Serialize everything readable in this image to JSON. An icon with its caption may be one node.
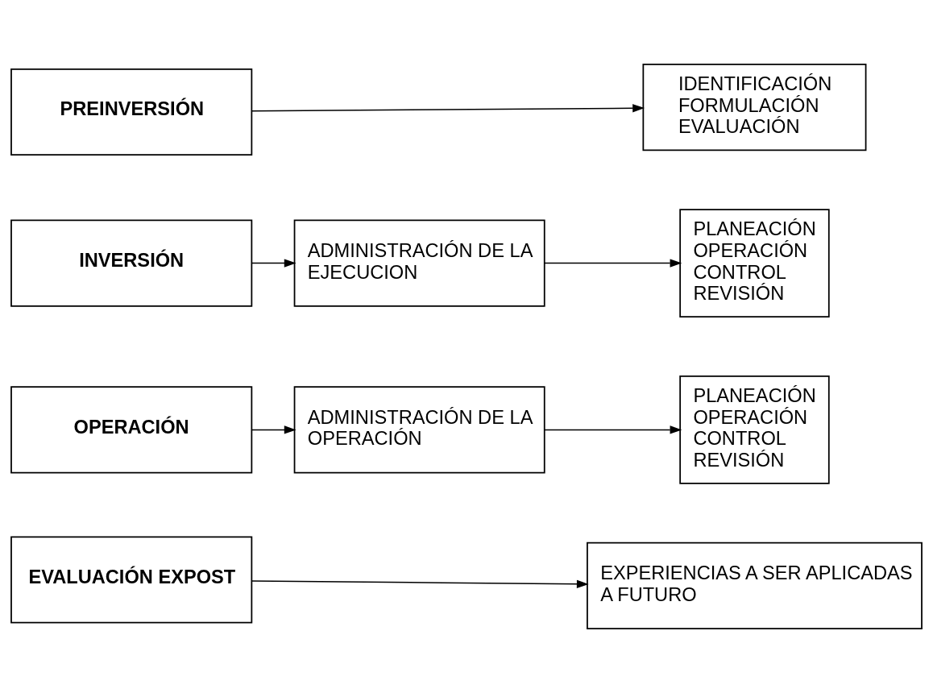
{
  "diagram": {
    "nodes": [
      {
        "text": [
          "PREINVERSIÓN"
        ]
      },
      {
        "text": [
          "IDENTIFICACIÓN",
          "FORMULACIÓN",
          "EVALUACIÓN"
        ]
      },
      {
        "text": [
          "INVERSIÓN"
        ]
      },
      {
        "text": [
          "ADMINISTRACIÓN DE LA EJECUCION"
        ]
      },
      {
        "text": [
          "PLANEACIÓN",
          "OPERACIÓN",
          "CONTROL",
          "REVISIÓN"
        ]
      },
      {
        "text": [
          "OPERACIÓN"
        ]
      },
      {
        "text": [
          "ADMINISTRACIÓN DE LA OPERACIÓN"
        ]
      },
      {
        "text": [
          "PLANEACIÓN",
          "OPERACIÓN",
          "CONTROL",
          "REVISIÓN"
        ]
      },
      {
        "text": [
          "EVALUACIÓN EXPOST"
        ]
      },
      {
        "text": [
          "EXPERIENCIAS A SER APLICADAS A FUTURO"
        ]
      }
    ],
    "edges": [
      {
        "from": 0,
        "to": 1,
        "arrow": "to"
      },
      {
        "from": 2,
        "to": 3,
        "arrow": "to"
      },
      {
        "from": 3,
        "to": 4,
        "arrow": "to"
      },
      {
        "from": 5,
        "to": 6,
        "arrow": "to"
      },
      {
        "from": 6,
        "to": 7,
        "arrow": "to"
      },
      {
        "from": 8,
        "to": 9,
        "arrow": "to"
      }
    ]
  }
}
